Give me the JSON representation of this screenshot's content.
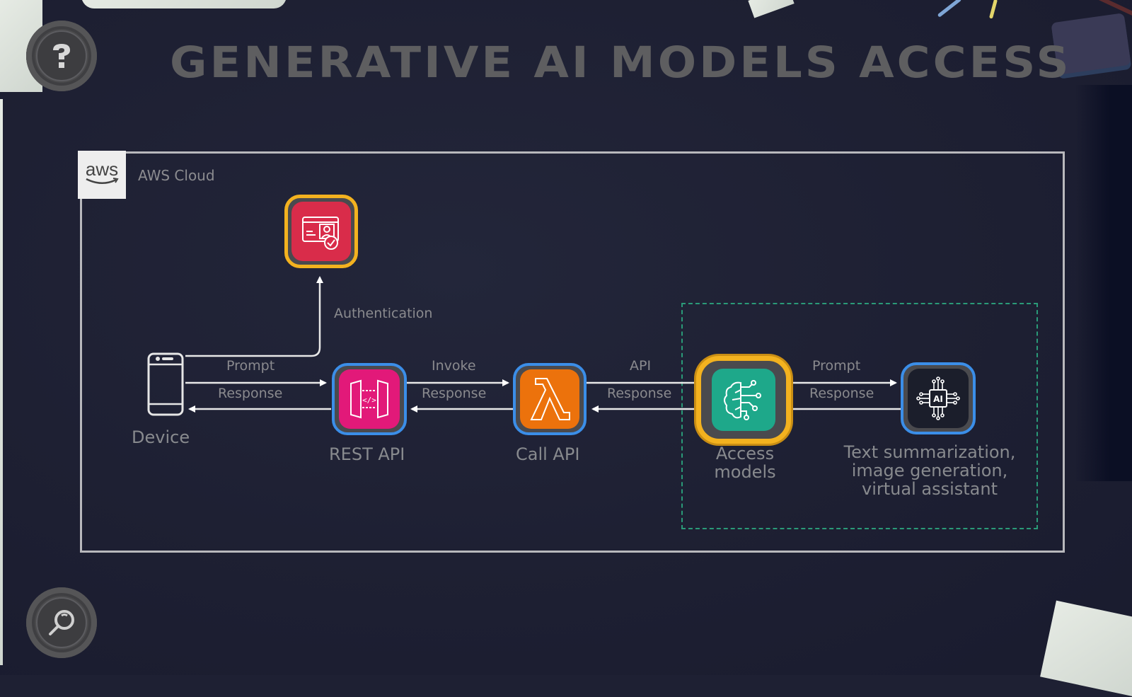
{
  "page": {
    "title": "GENERATIVE AI MODELS ACCESS"
  },
  "buttons": {
    "help": {
      "icon": "question-mark-icon"
    },
    "search": {
      "icon": "magnifier-icon"
    }
  },
  "diagram": {
    "container_label": "AWS Cloud",
    "logo_text": "aws",
    "nodes": {
      "device": {
        "label": "Device",
        "icon": "mobile-device-icon"
      },
      "auth": {
        "label": "",
        "icon": "identity-card-check-icon",
        "color": "#d92c4a"
      },
      "rest_api": {
        "label": "REST API",
        "icon": "api-gateway-icon",
        "color": "#e21979"
      },
      "call_api": {
        "label": "Call API",
        "icon": "lambda-icon",
        "color": "#ec720c"
      },
      "access_models": {
        "label_line1": "Access",
        "label_line2": "models",
        "icon": "brain-circuit-icon",
        "color": "#1ea88a"
      },
      "ai_model": {
        "label_line1": "Text summarization,",
        "label_line2": "image generation,",
        "label_line3": "virtual assistant",
        "icon": "ai-chip-icon",
        "color": "#1b1e2b"
      }
    },
    "edges": {
      "auth": "Authentication",
      "device_rest_fwd": "Prompt",
      "device_rest_back": "Response",
      "rest_lambda_fwd": "Invoke",
      "rest_lambda_back": "Response",
      "lambda_models_fwd": "API",
      "lambda_models_back": "Response",
      "models_ai_fwd": "Prompt",
      "models_ai_back": "Response"
    },
    "colors": {
      "highlight_blue": "#3b8ee8",
      "highlight_gold": "#f3b21f",
      "group_dashed": "#2a9a78"
    }
  }
}
